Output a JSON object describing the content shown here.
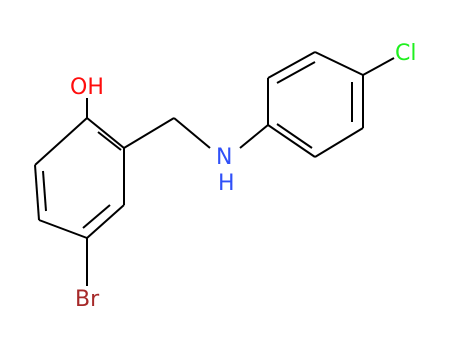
{
  "molecule": {
    "atoms": {
      "hydroxyl": {
        "label": "OH",
        "color": "#ff0d0d"
      },
      "amine": {
        "label": "N",
        "color": "#3050f8"
      },
      "amine_h": {
        "label": "H",
        "color": "#3050f8"
      },
      "chloro": {
        "label": "Cl",
        "color": "#1ff01f"
      },
      "bromo": {
        "label": "Br",
        "color": "#a62929"
      }
    },
    "bond_color": "#000000",
    "background": "#ffffff"
  }
}
